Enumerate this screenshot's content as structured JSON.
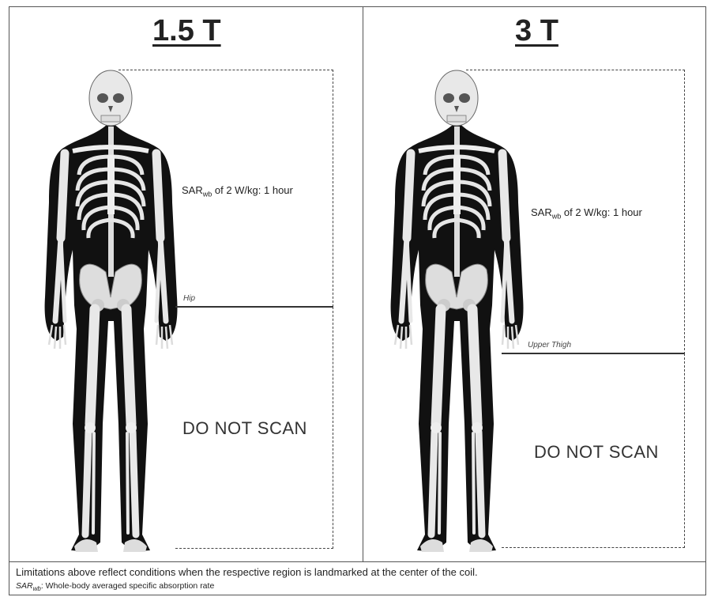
{
  "panels": [
    {
      "title": "1.5 T",
      "sar": {
        "prefix": "SAR",
        "sub": "wb",
        "rest": " of 2 W/kg: 1 hour"
      },
      "landmark": "Hip",
      "do_not_scan": "DO NOT SCAN"
    },
    {
      "title": "3 T",
      "sar": {
        "prefix": "SAR",
        "sub": "wb",
        "rest": " of 2 W/kg: 1 hour"
      },
      "landmark": "Upper Thigh",
      "do_not_scan": "DO NOT SCAN"
    }
  ],
  "footer": {
    "note": "Limitations above reflect conditions when the respective region is landmarked at the center of the coil.",
    "abbrev_symbol": "SAR",
    "abbrev_sub": "wb",
    "abbrev_text": ": Whole-body averaged specific absorption rate"
  }
}
